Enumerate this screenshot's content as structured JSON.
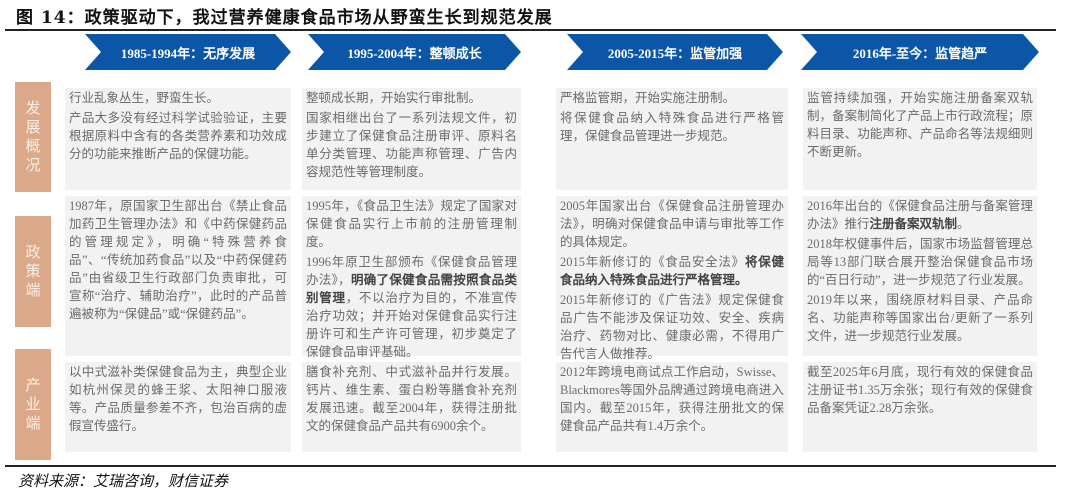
{
  "title": "图 14：政策驱动下，我过营养健康食品市场从野蛮生长到规范发展",
  "stages": [
    "1985-1994年：无序发展",
    "1995-2004年：整顿成长",
    "2005-2015年：监管加强",
    "2016年-至今：监管趋严"
  ],
  "colors": {
    "arrow": "#0b56a6",
    "label": "#dba98a",
    "cell": "#f2f2f2"
  },
  "rows": [
    {
      "label": "发展概况",
      "cells": [
        [
          [
            {
              "t": "行业乱象丛生，野蛮生长。"
            }
          ],
          [
            {
              "t": "产品大多没有经过科学试验验证，主要根据原料中含有的各类营养素和功效成分的功能来推断产品的保健功能。"
            }
          ]
        ],
        [
          [
            {
              "t": "整顿成长期，开始实行审批制。"
            }
          ],
          [
            {
              "t": "国家相继出台了一系列法规文件，初步建立了保健食品注册审评、原料名单分类管理、功能声称管理、广告内容规范性等管理制度。"
            }
          ]
        ],
        [
          [
            {
              "t": "严格监管期，开始实施注册制。"
            }
          ],
          [
            {
              "t": "将保健食品纳入特殊食品进行严格管理，保健食品管理进一步规范。"
            }
          ]
        ],
        [
          [
            {
              "t": "监管持续加强，开始实施注册备案双轨制，备案制简化了产品上市行政流程；原料目录、功能声称、产品命名等法规细则不断更新。"
            }
          ]
        ]
      ]
    },
    {
      "label": "政策端",
      "cells": [
        [
          [
            {
              "t": "1987年，原国家卫生部出台《禁止食品加药卫生管理办法》和《中药保健药品的管理规定》，明确“特殊营养食品”、“传统加药食品”以及“中药保健药品”由省级卫生行政部门负责审批，可宣称“治疗、辅助治疗”，此时的产品普遍被称为“保健品”或“保健药品”。"
            }
          ]
        ],
        [
          [
            {
              "t": "1995年，《食品卫生法》规定了国家对保健食品实行上市前的注册管理制度。"
            }
          ],
          [
            {
              "t": "1996年原卫生部颁布《保健食品管理办法》，"
            },
            {
              "t": "明确了保健食品需按照食品类别管理",
              "b": true
            },
            {
              "t": "，不以治疗为目的，不准宣传治疗功效；并开始对保健食品实行注册许可和生产许可管理，初步奠定了保健食品审评基础。"
            }
          ]
        ],
        [
          [
            {
              "t": "2005年国家出台《保健食品注册管理办法》，明确对保健食品申请与审批等工作的具体规定。"
            }
          ],
          [
            {
              "t": "2015年新修订的《食品安全法》"
            },
            {
              "t": "将保健食品纳入特殊食品进行严格管理。",
              "b": true
            }
          ],
          [
            {
              "t": "2015年新修订的《广告法》规定保健食品广告不能涉及保证功效、安全、疾病治疗、药物对比、健康必需，不得用广告代言人做推荐。"
            }
          ]
        ],
        [
          [
            {
              "t": "2016年出台的《保健食品注册与备案管理办法》推行"
            },
            {
              "t": "注册备案双轨制",
              "b": true
            },
            {
              "t": "。"
            }
          ],
          [
            {
              "t": "2018年权健事件后，国家市场监督管理总局等13部门联合展开整治保健食品市场的“百日行动”，进一步规范了行业发展。"
            }
          ],
          [
            {
              "t": "2019年以来，围绕原材料目录、产品命名、功能声称等国家出台/更新了一系列文件，进一步规范行业发展。"
            }
          ]
        ]
      ]
    },
    {
      "label": "产业端",
      "cells": [
        [
          [
            {
              "t": "以中式滋补类保健食品为主，典型企业如杭州保灵的蜂王浆、太阳神口服液等。产品质量参差不齐，包治百病的虚假宣传盛行。"
            }
          ]
        ],
        [
          [
            {
              "t": "膳食补充剂、中式滋补品并行发展。钙片、维生素、蛋白粉等膳食补充剂发展迅速。截至2004年，获得注册批文的保健食品产品共有6900余个。"
            }
          ]
        ],
        [
          [
            {
              "t": "2012年跨境电商试点工作启动，Swisse、Blackmores等国外品牌通过跨境电商进入国内。截至2015年，获得注册批文的保健食品产品共有1.4万余个。"
            }
          ]
        ],
        [
          [
            {
              "t": "截至2025年6月底，现行有效的保健食品注册证书1.35万余张；现行有效的保健食品备案凭证2.28万余张。"
            }
          ]
        ]
      ]
    }
  ],
  "source": "资料来源：艾瑞咨询，财信证券"
}
